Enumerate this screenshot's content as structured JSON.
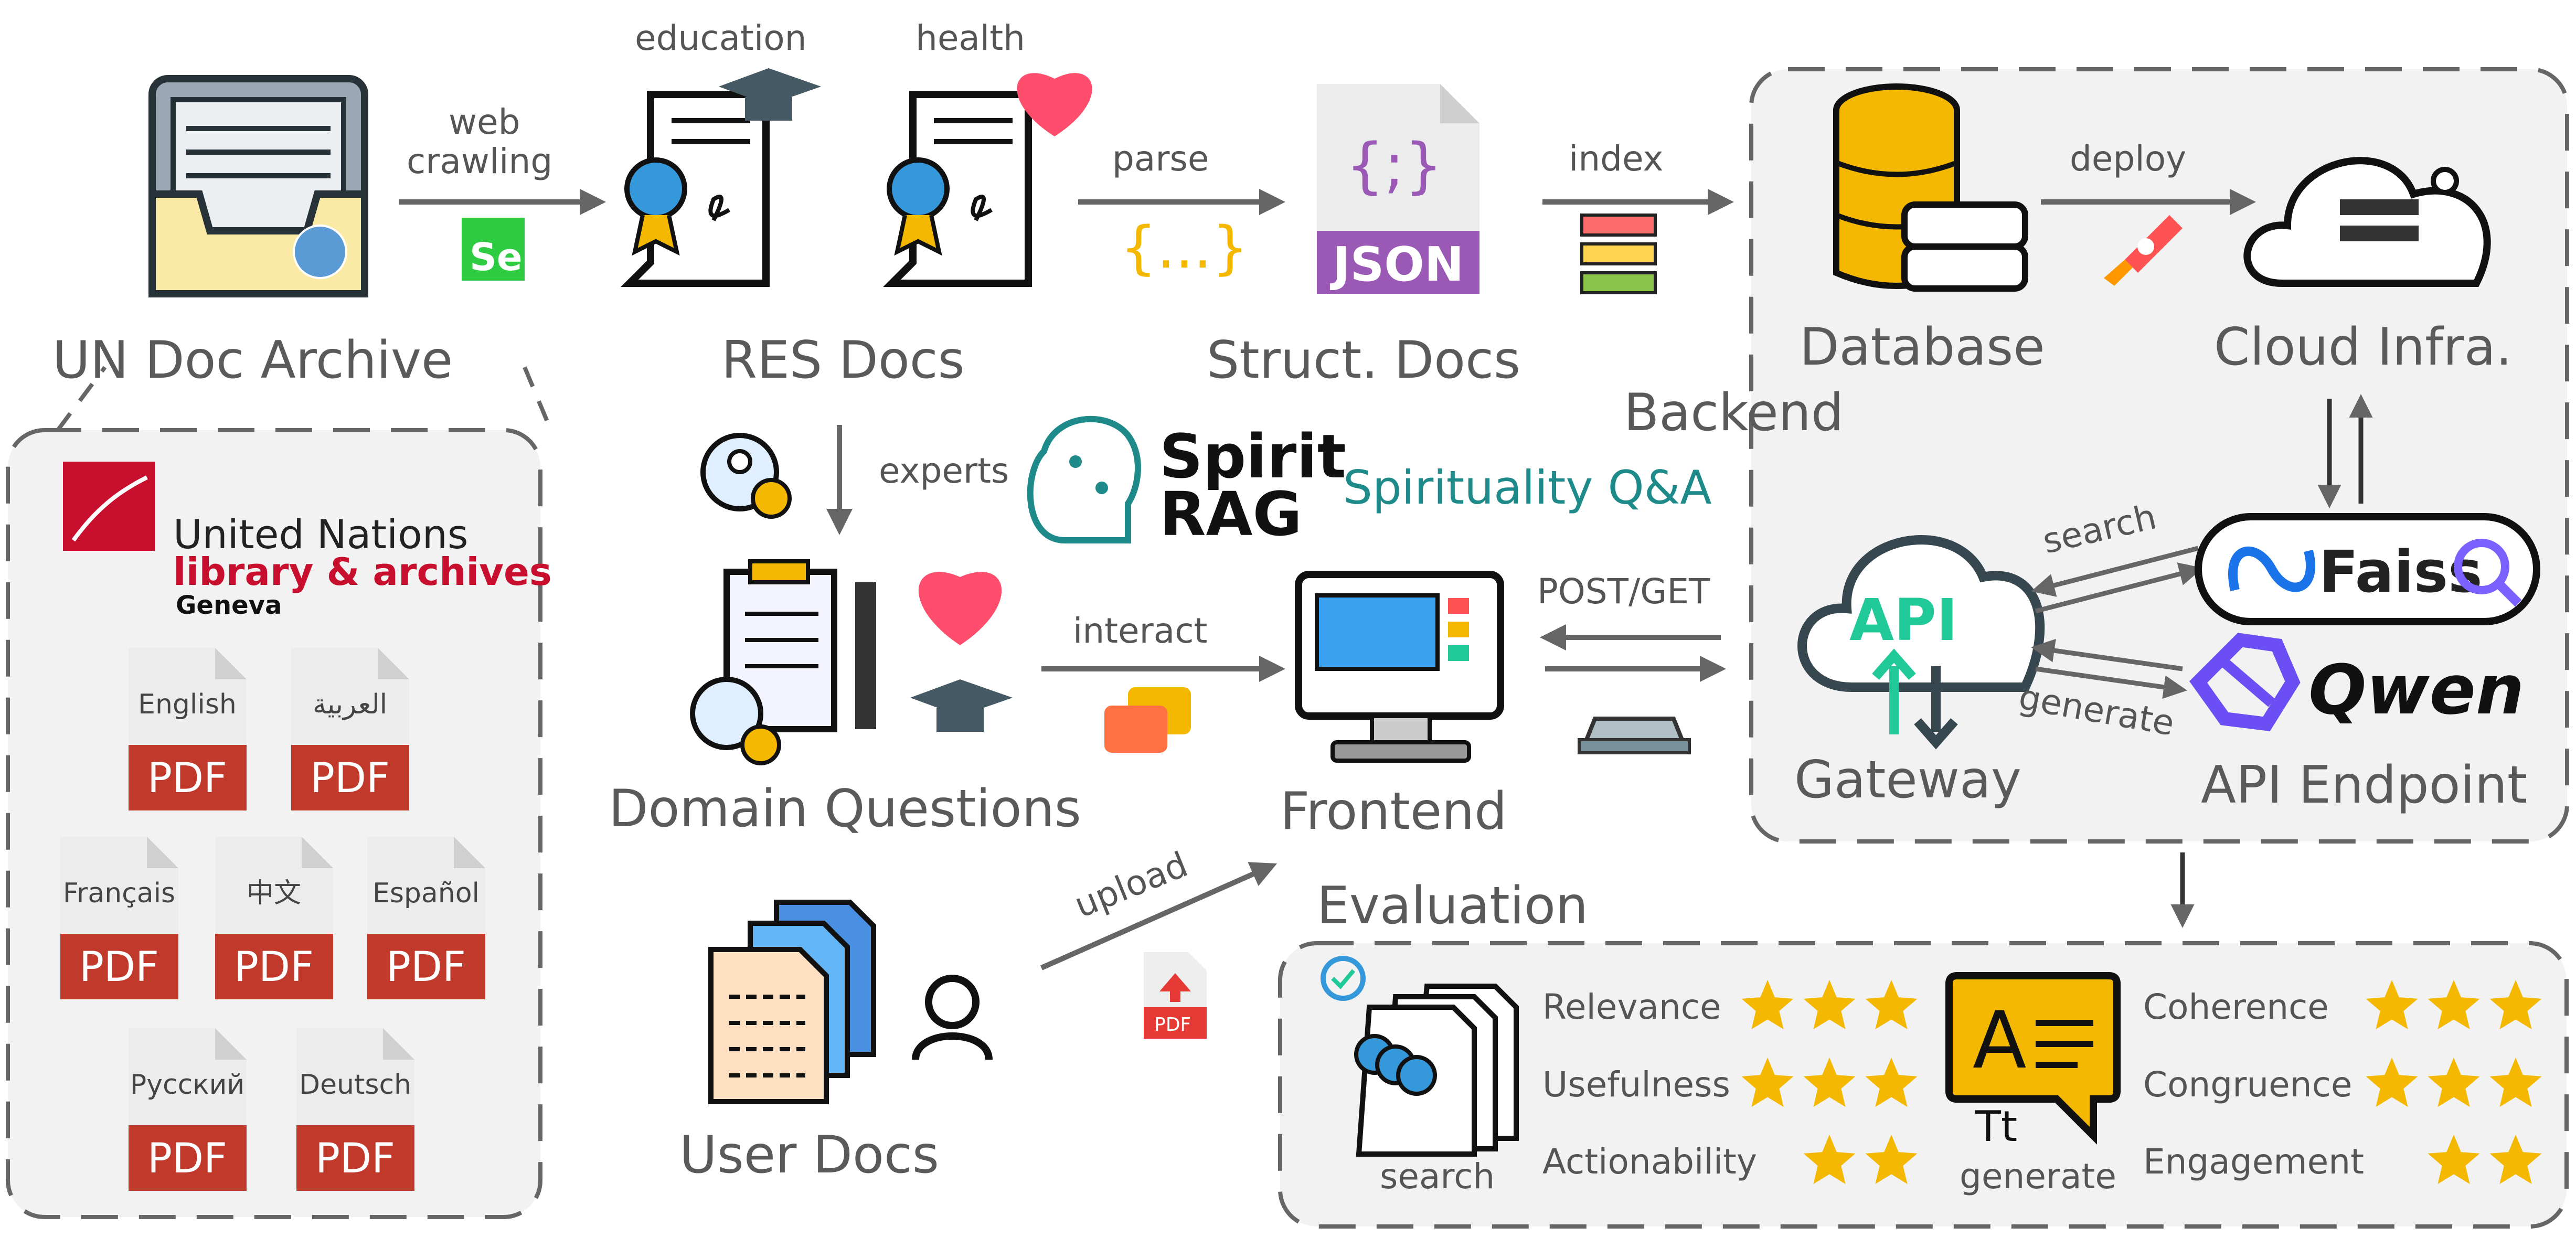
{
  "labels": {
    "un_archive": "UN Doc Archive",
    "res_docs": "RES Docs",
    "struct_docs": "Struct. Docs",
    "backend": "Backend",
    "database": "Database",
    "cloud_infra": "Cloud Infra.",
    "gateway": "Gateway",
    "api_endpoint": "API Endpoint",
    "domain_questions": "Domain Questions",
    "frontend": "Frontend",
    "user_docs": "User Docs",
    "evaluation": "Evaluation",
    "education": "education",
    "health": "health"
  },
  "edges": {
    "web": "web",
    "crawling": "crawling",
    "parse": "parse",
    "index": "index",
    "deploy": "deploy",
    "experts": "experts",
    "interact": "interact",
    "post_get": "POST/GET",
    "upload": "upload",
    "search": "search",
    "generate": "generate"
  },
  "brand": {
    "spirit": "Spirit",
    "rag": "RAG",
    "spirituality_qa": "Spirituality Q&A",
    "faiss": "Faiss",
    "qwen": "Qwen",
    "api": "API",
    "json": "JSON",
    "json_braces": "{;}",
    "dots_braces": "{...}",
    "se": "Se",
    "pdf_small": "PDF"
  },
  "un_library": {
    "line1": "United Nations",
    "line2": "library & archives",
    "line3": "Geneva"
  },
  "pdf_languages": [
    "English",
    "العربية",
    "Français",
    "中文",
    "Español",
    "Русский",
    "Deutsch"
  ],
  "pdf_label": "PDF",
  "evaluation": {
    "search_label": "search",
    "generate_label": "generate",
    "metrics_left": [
      {
        "name": "Relevance",
        "stars": 3
      },
      {
        "name": "Usefulness",
        "stars": 3
      },
      {
        "name": "Actionability",
        "stars": 2
      }
    ],
    "metrics_right": [
      {
        "name": "Coherence",
        "stars": 3
      },
      {
        "name": "Congruence",
        "stars": 3
      },
      {
        "name": "Engagement",
        "stars": 2
      }
    ]
  },
  "colors": {
    "star": "#f5b800",
    "pdf_red": "#c0392b",
    "teal": "#1e8a8a",
    "un_red": "#c8102e",
    "json_purple": "#9b59b6"
  }
}
